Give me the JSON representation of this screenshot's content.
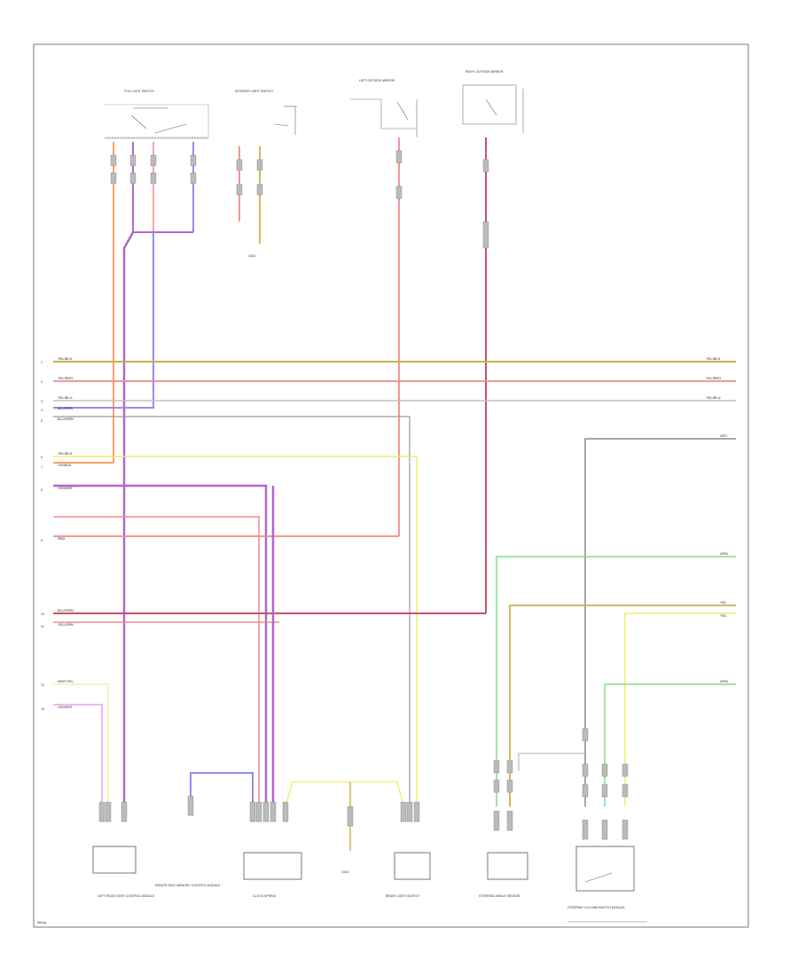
{
  "diagram": {
    "colors": {
      "orange": "#f4a26b",
      "purple": "#b266cc",
      "pink_red": "#f28a8a",
      "blue": "#8f8ff2",
      "gray": "#999999",
      "olive": "#c8b24a",
      "yellow": "#f0ea6a",
      "green": "#7fe07f",
      "dark_red": "#c8506a",
      "light_pink": "#f2a0e8"
    },
    "left_wire_labels": [
      "YEL/BLK",
      "YEL/RED",
      "YEL/BLU",
      "BLU/RED",
      "BLU/GRN",
      "YEL/BLK",
      "VIO/BLK",
      "VIO/WHT",
      "RED",
      "BLU/GRN",
      "YEL/GRN",
      "WHT/YEL",
      "VIO/WHT"
    ],
    "left_pin_numbers": [
      "1",
      "2",
      "3",
      "4",
      "5",
      "6",
      "7",
      "8",
      "9",
      "10",
      "11",
      "12",
      "13"
    ],
    "right_wire_labels": [
      "YEL/BLK",
      "YEL/RED",
      "YEL/BLU",
      "GRY",
      "GRN",
      "YEL",
      "YEL",
      "GRN"
    ],
    "top_components": [
      "FOG LIGHT SWITCH",
      "INTERIOR LIGHT SWITCH",
      "LEFT OUTSIDE MIRROR",
      "RIGHT OUTSIDE MIRROR"
    ],
    "bottom_components": [
      "LEFT REAR DOOR CONTROL MODULE",
      "DRIVER SEAT MEMORY CONTROL MODULE",
      "CLOCK SPRING",
      "G401",
      "BRAKE LIGHT SWITCH",
      "STEERING ANGLE SENSOR",
      "STEERING COLUMN SWITCH MODULE"
    ],
    "ground_label": "G301",
    "corner_label": "Wiring"
  }
}
